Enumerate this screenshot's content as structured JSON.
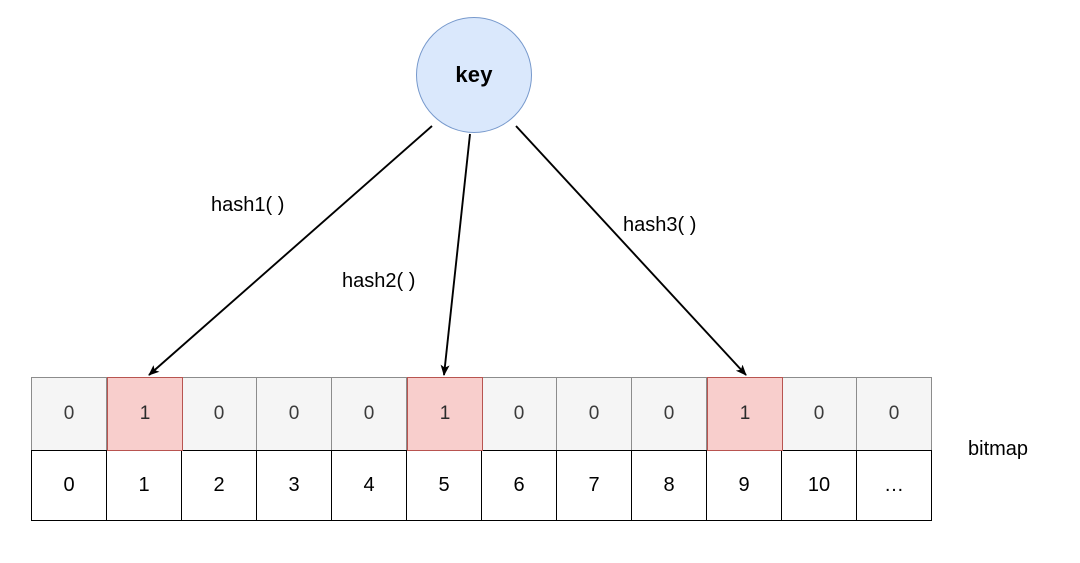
{
  "diagram": {
    "title": "bloom-filter-bitmap",
    "key_node": {
      "label": "key",
      "fill": "#dae8fc",
      "stroke": "#6c8ebf"
    },
    "edges": [
      {
        "name": "hash1",
        "label": "hash1( )",
        "target_index": 1
      },
      {
        "name": "hash2",
        "label": "hash2( )",
        "target_index": 5
      },
      {
        "name": "hash3",
        "label": "hash3( )",
        "target_index": 9
      }
    ],
    "bitmap": {
      "caption": "bitmap",
      "bits": [
        "0",
        "1",
        "0",
        "0",
        "0",
        "1",
        "0",
        "0",
        "0",
        "1",
        "0",
        "0"
      ],
      "indices": [
        "0",
        "1",
        "2",
        "3",
        "4",
        "5",
        "6",
        "7",
        "8",
        "9",
        "10",
        "…"
      ],
      "set_positions": [
        1,
        5,
        9
      ],
      "colors": {
        "bit_fill": "#f5f5f5",
        "bit_stroke": "#8c8c8c",
        "set_fill": "#f8cecc",
        "set_stroke": "#b85450",
        "index_fill": "#ffffff",
        "index_stroke": "#000000"
      }
    }
  }
}
